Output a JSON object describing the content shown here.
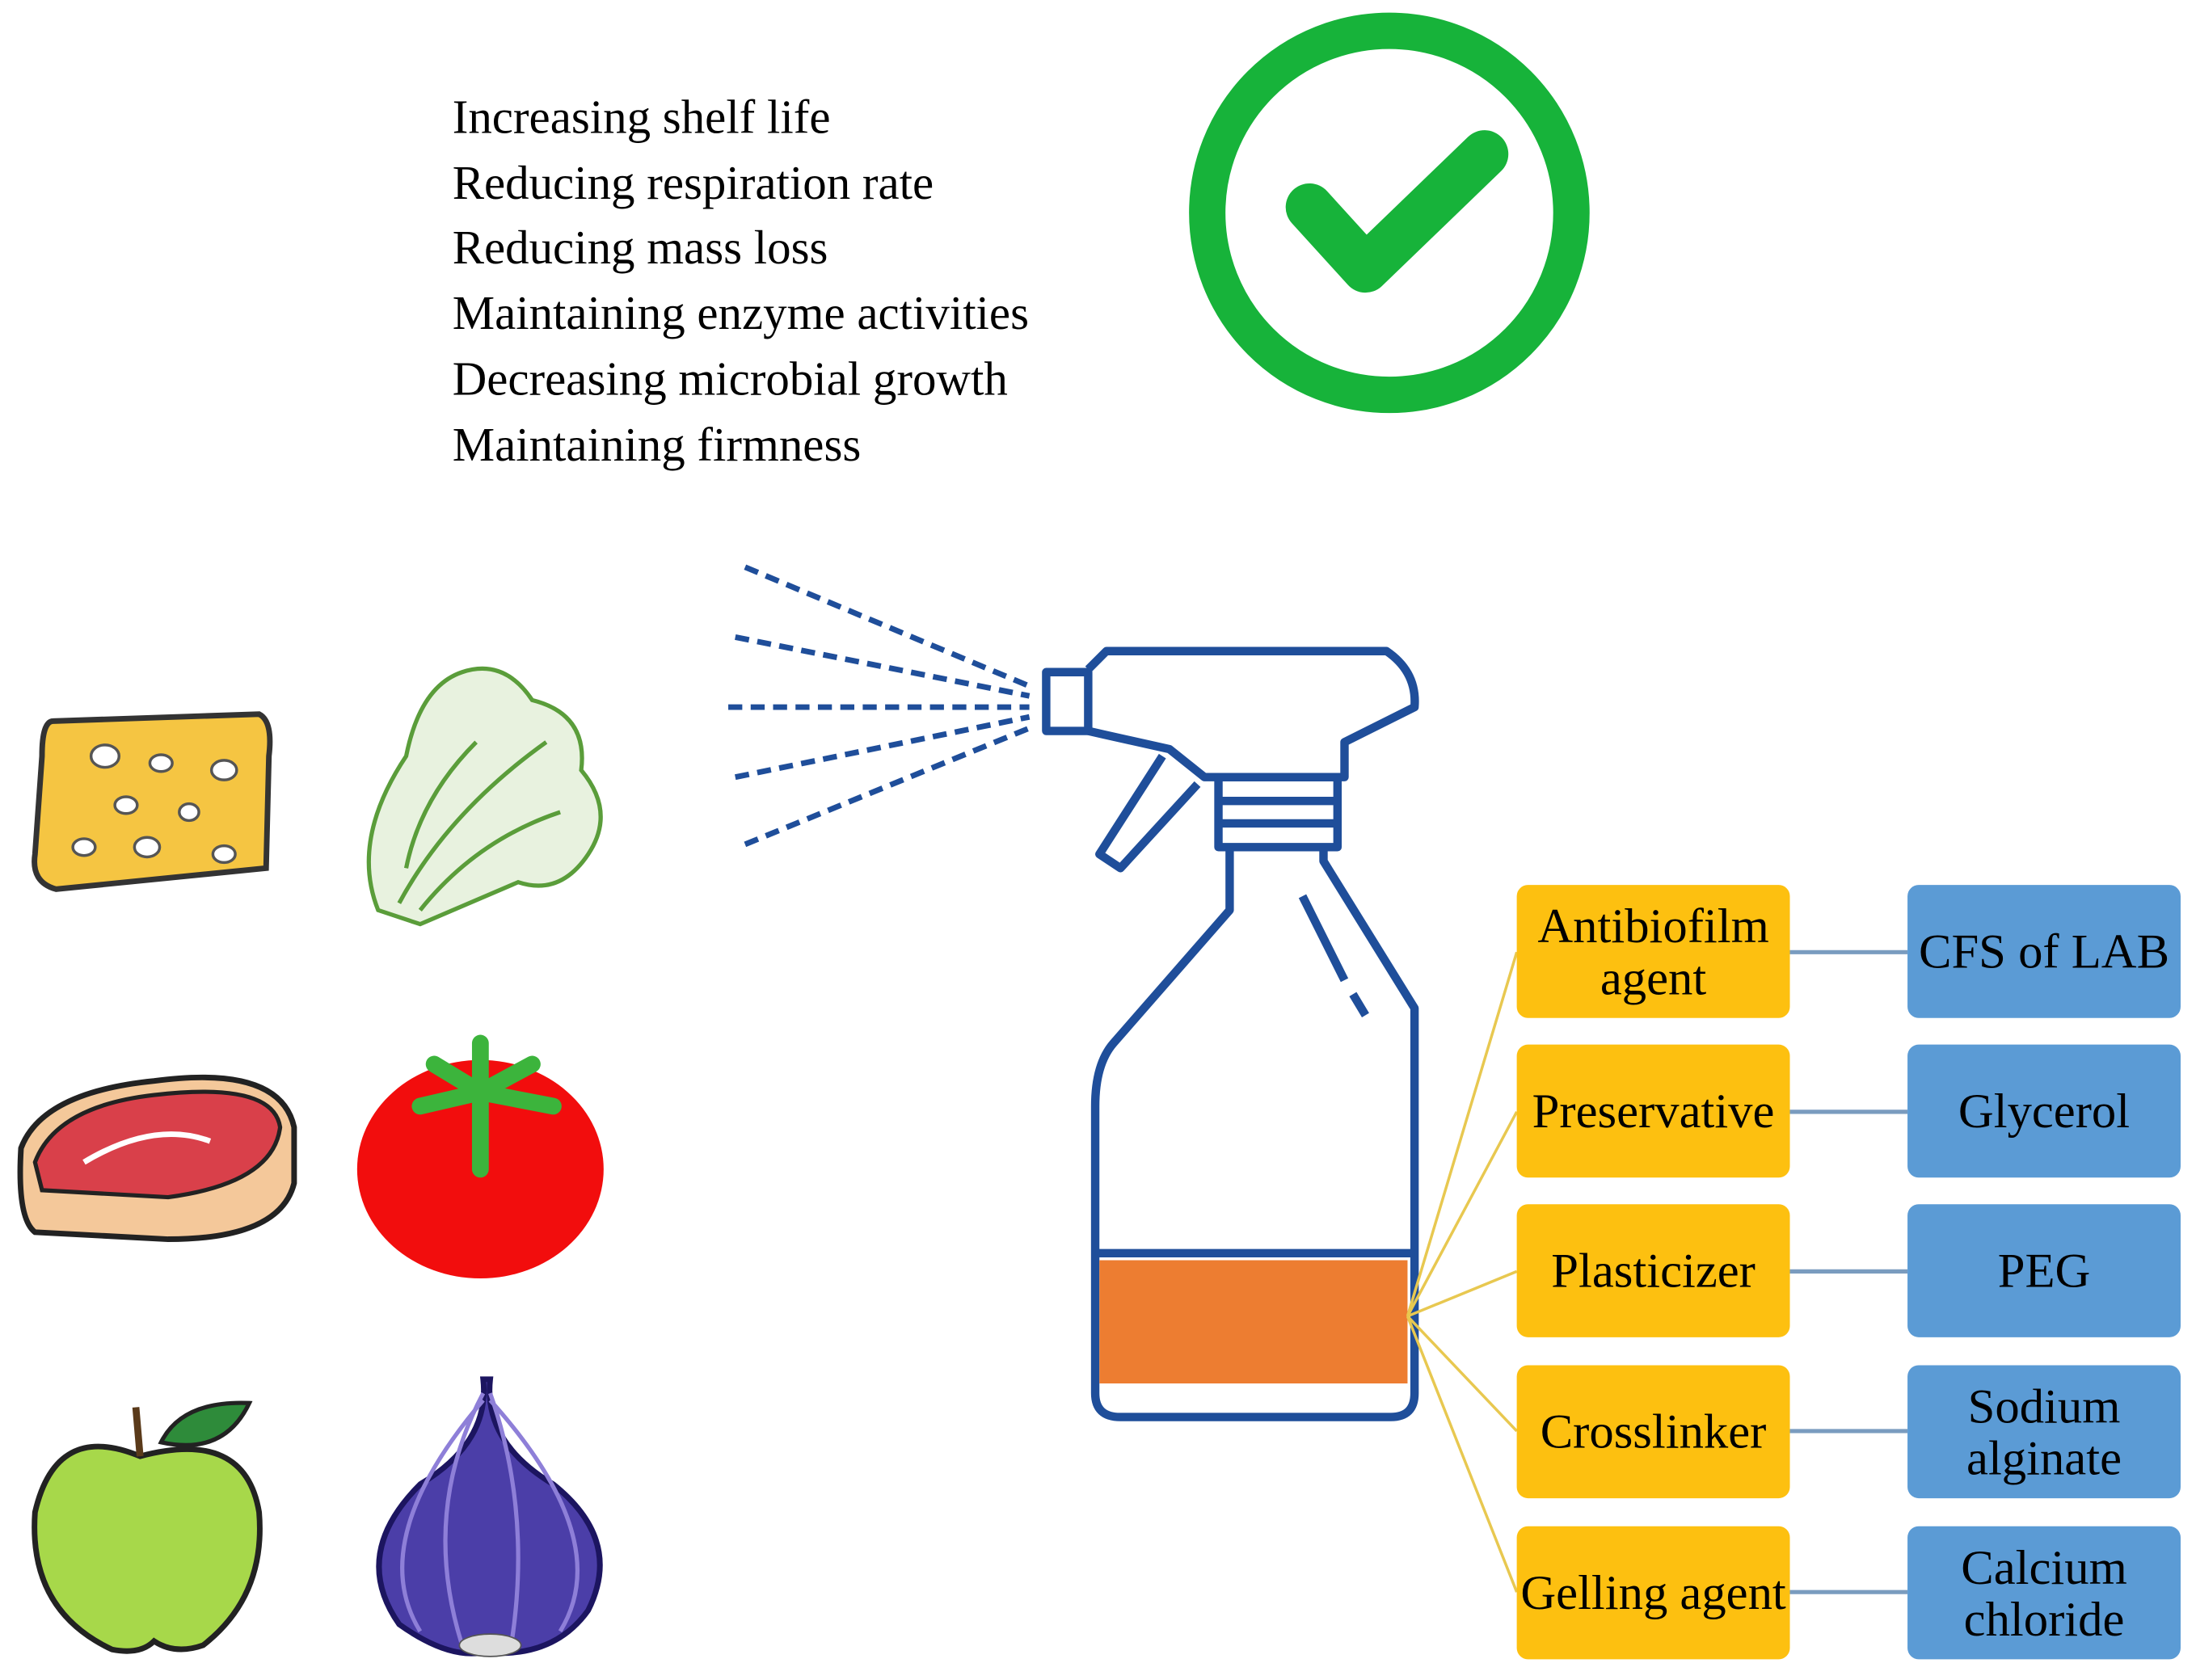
{
  "benefits": [
    "Increasing shelf life",
    "Reducing respiration rate",
    "Reducing mass loss",
    "Maintaining enzyme activities",
    "Decreasing microbial growth",
    "Maintaining firmness"
  ],
  "icons": {
    "check": "check-circle-icon",
    "spray": "spray-bottle-icon",
    "foods": [
      "cheese-icon",
      "lettuce-icon",
      "steak-icon",
      "tomato-icon",
      "apple-icon",
      "onion-icon"
    ]
  },
  "components": [
    {
      "role": "Antibiofilm agent",
      "material": "CFS of LAB"
    },
    {
      "role": "Preservative",
      "material": "Glycerol"
    },
    {
      "role": "Plasticizer",
      "material": "PEG"
    },
    {
      "role": "Crosslinker",
      "material": "Sodium alginate"
    },
    {
      "role": "Gelling agent",
      "material": "Calcium chloride"
    }
  ],
  "colors": {
    "role_box": "#fdc010",
    "material_box": "#5b9bd5",
    "check": "#17b33a",
    "bottle": "#1f4e9a",
    "liquid": "#ed7d31"
  }
}
